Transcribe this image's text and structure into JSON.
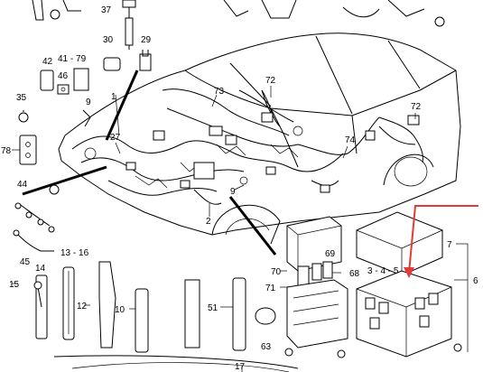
{
  "accent_color": "#e53935",
  "callouts": {
    "c37": "37",
    "c30": "30",
    "c29": "29",
    "c42": "42",
    "c41_79": "41 - 79",
    "c46": "46",
    "c35": "35",
    "c9a": "9",
    "c1": "1",
    "c73": "73",
    "c72a": "72",
    "c72b": "72",
    "c27": "27",
    "c74": "74",
    "c78": "78",
    "c44": "44",
    "c9b": "9",
    "c2": "2",
    "c45": "45",
    "c14": "14",
    "c13_16": "13 - 16",
    "c15": "15",
    "c12": "12",
    "c10": "10",
    "c51": "51",
    "c69": "69",
    "c70": "70",
    "c71": "71",
    "c68": "68",
    "c63": "63",
    "c7": "7",
    "c6": "6",
    "c3_4_5": "3 - 4 - 5",
    "c17": "17"
  }
}
